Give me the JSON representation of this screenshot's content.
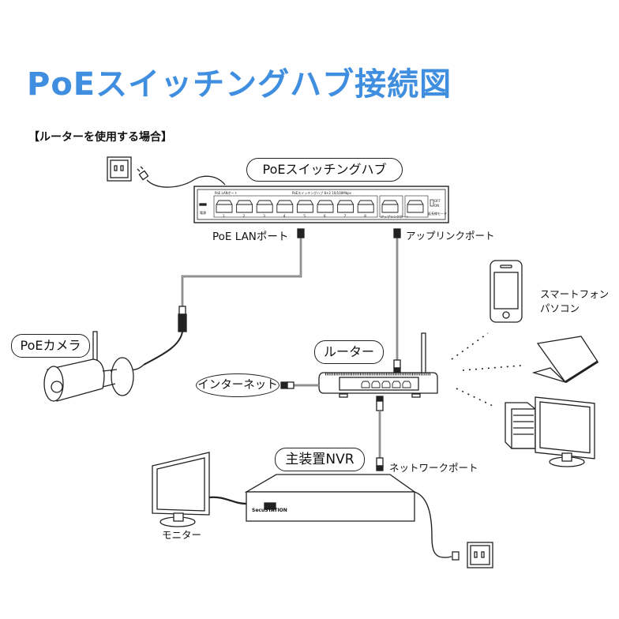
{
  "title": "PoEスイッチングハブ接続図",
  "subtitle": "【ルーターを使用する場合】",
  "labels": {
    "switch": "PoEスイッチングハブ",
    "poe_lan_port": "PoE LANポート",
    "uplink_port": "アップリンクポート",
    "smartphone_pc": [
      "スマートフォン",
      "パソコン"
    ],
    "camera": "PoEカメラ",
    "router": "ルーター",
    "internet": "インターネット",
    "nvr": "主装置NVR",
    "network_port": "ネットワークポート",
    "monitor": "モニター",
    "nvr_brand": "SecuSTATION"
  },
  "switch_panel": {
    "poe_group_label": "PoE LANポート",
    "model_label": "PoEスイッチングハブ 8+2 10/100Mbps",
    "power_label": "電源",
    "port_numbers": [
      "1",
      "2",
      "3",
      "4",
      "5",
      "6",
      "7",
      "8"
    ],
    "uplink_group_label": "アップリンクポート",
    "switch_states": [
      "OFF",
      "ON"
    ],
    "mode_label": "延長線モード"
  },
  "colors": {
    "title": "#3f8ee0",
    "line": "#222222"
  }
}
